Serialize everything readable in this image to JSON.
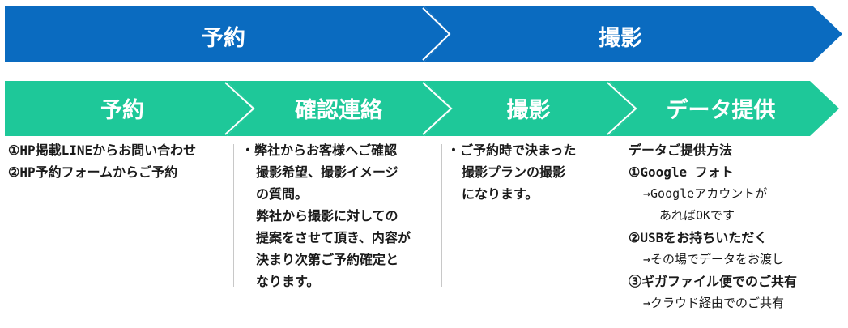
{
  "colors": {
    "top_bar": "#0a6bc0",
    "step_bar": "#1ec899",
    "text": "#1a1a1a"
  },
  "phases": [
    {
      "label": "予約"
    },
    {
      "label": "撮影"
    }
  ],
  "steps": [
    {
      "label": "予約"
    },
    {
      "label": "確認連絡"
    },
    {
      "label": "撮影"
    },
    {
      "label": "データ提供"
    }
  ],
  "col1": {
    "lines": [
      "①HP掲載LINEからお問い合わせ",
      "②HP予約フォームからご予約"
    ]
  },
  "col2": {
    "lines": [
      "・弊社からお客様へご確認",
      "撮影希望、撮影イメージ",
      "の質問。",
      "弊社から撮影に対しての",
      "提案をさせて頂き、内容が",
      "決まり次第ご予約確定と",
      "なります。"
    ]
  },
  "col3": {
    "lines": [
      "・ご予約時で決まった",
      "撮影プランの撮影",
      "になります。"
    ]
  },
  "col4": {
    "title": "データご提供方法",
    "option1": "①Google フォト",
    "option1_note_a": "→Googleアカウントが",
    "option1_note_b": "あればOKです",
    "option2": "②USBをお持ちいただく",
    "option2_note": "→その場でデータをお渡し",
    "option3": "③ギガファイル便でのご共有",
    "option3_note": "→クラウド経由でのご共有"
  }
}
